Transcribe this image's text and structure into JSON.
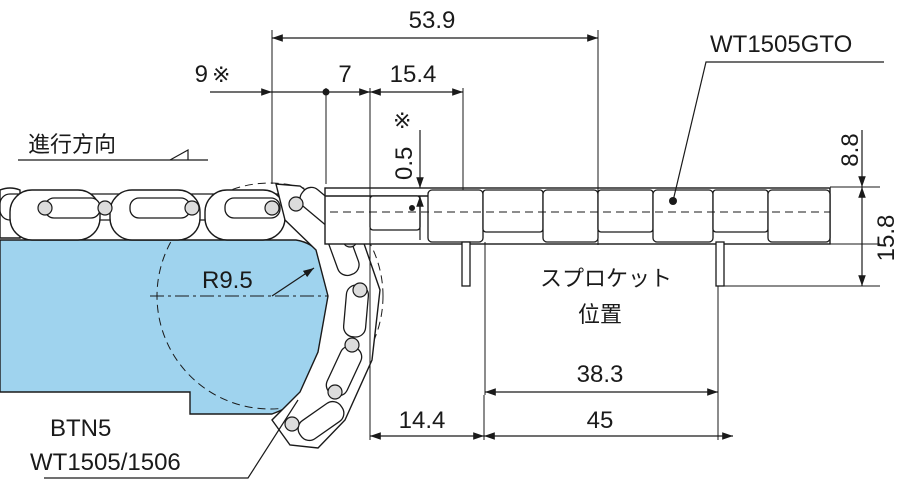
{
  "colors": {
    "guide_fill": "#9fd3ee",
    "line": "#1a1a1a",
    "chain_fill": "#ffffff",
    "pin_fill": "#dcdcdc"
  },
  "labels": {
    "direction": "進行方向",
    "part_name": "WT1505GTO",
    "sprocket_line1": "スプロケット",
    "sprocket_line2": "位置",
    "radius": "R9.5",
    "guide_name_line1": "BTN5",
    "guide_name_line2": "WT1505/1506"
  },
  "dimensions": {
    "overall": "53.9",
    "offset_9": "9",
    "offset_9_mark": "※",
    "pitch_7": "7",
    "width_15_4": "15.4",
    "gap_0_5": "0.5",
    "gap_0_5_mark": "※",
    "height_8_8": "8.8",
    "height_15_8": "15.8",
    "span_38_3": "38.3",
    "span_45": "45",
    "span_14_4": "14.4"
  }
}
